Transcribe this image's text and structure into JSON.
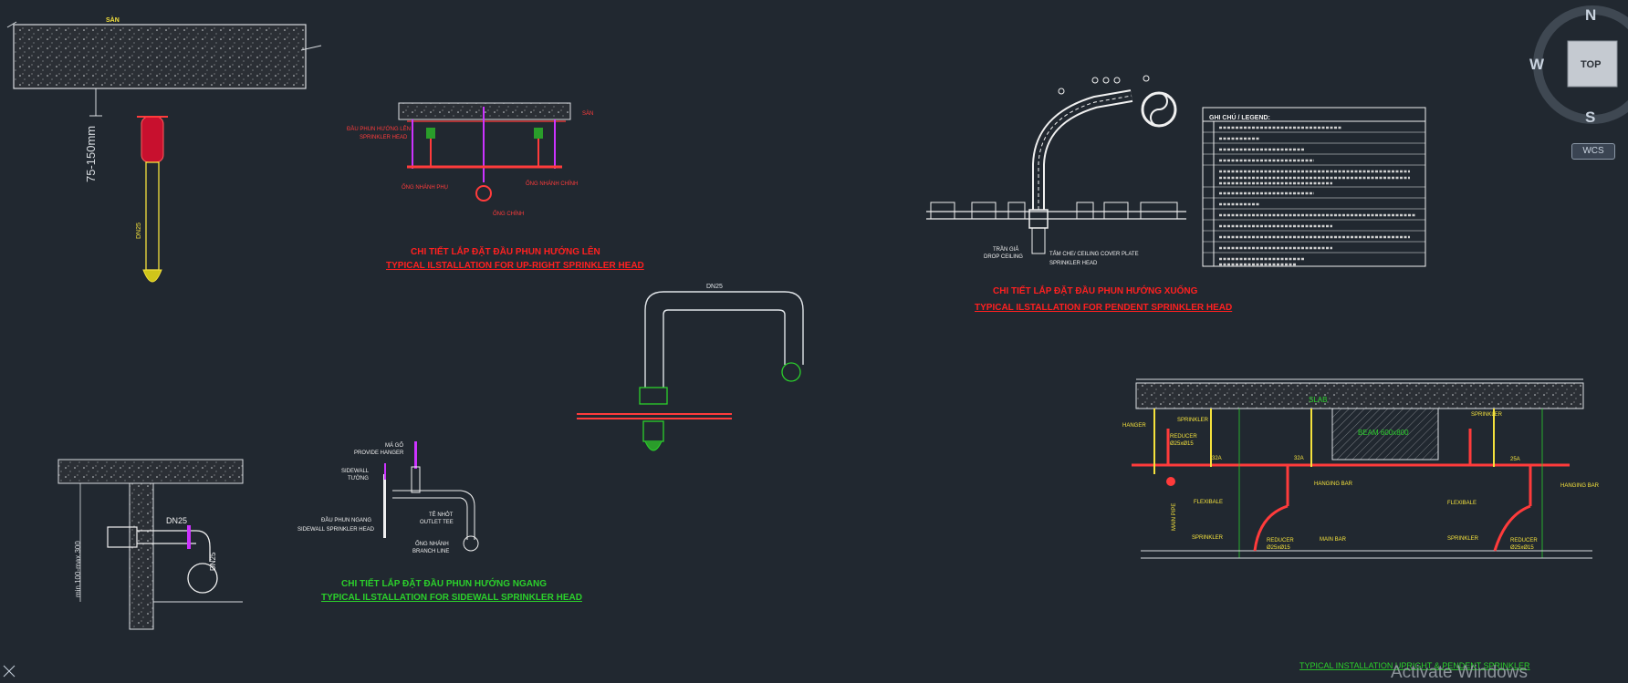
{
  "viewcube": {
    "north": "N",
    "west": "W",
    "south": "S",
    "face": "TOP",
    "wcs": "WCS"
  },
  "drawings": {
    "ceiling_label": "SÀN",
    "distance_label": "75-150mm",
    "pipe_dn": "DN25",
    "upright": {
      "title_vi": "CHI TIẾT LẮP ĐẶT ĐẦU PHUN HƯỚNG LÊN",
      "title_en": "TYPICAL ILSTALLATION FOR UP-RIGHT SPRINKLER HEAD"
    },
    "pendent": {
      "title_vi": "CHI TIẾT LẮP ĐẶT ĐẦU PHUN HƯỚNG XUỐNG",
      "title_en": "TYPICAL ILSTALLATION FOR PENDENT SPRINKLER HEAD",
      "ceiling_label": "TRẦN GIẢ",
      "ceiling_label_en": "DROP CEILING",
      "cover_label": "TẤM CHE/ CEILING COVER PLATE",
      "head_label": "SPRINKLER HEAD"
    },
    "top_pipe_label": "DN25",
    "legend": {
      "title": "GHI CHÚ / LEGEND:"
    },
    "sidewall": {
      "dn_top": "DN25",
      "dn_side": "DN25",
      "min_max": "min.100-max.300",
      "hanger": "MÁ GỐ",
      "hanger_en": "PROVIDE HANGER",
      "wall": "SIDEWALL",
      "wall_vi": "TƯỜNG",
      "head_vi": "ĐẦU PHUN NGANG",
      "head_en": "SIDEWALL SPRINKLER HEAD",
      "tee_vi": "TÊ NHỎT",
      "tee_en": "OUTLET TEE",
      "branch_vi": "ỐNG NHÁNH",
      "branch_en": "BRANCH LINE",
      "title_vi": "CHI TIẾT LẮP ĐẶT ĐẦU PHUN HƯỚNG NGANG",
      "title_en": "TYPICAL ILSTALLATION FOR SIDEWALL SPRINKLER HEAD"
    },
    "section": {
      "slab": "SLAB",
      "beam": "BEAM 600x800",
      "hanger": "HANGER",
      "sprinkler": "SPRINKLER",
      "reducer": "REDUCER",
      "size": "Ø25xØ15",
      "hanging_bar": "HANGING BAR",
      "flexible": "FLEXIBALE",
      "main_bar": "MAIN BAR",
      "main_pipe": "MAIN PIPE",
      "d32a": "32A",
      "d25a": "25A",
      "title": "TYPICAL INSTALLATION UPRIGHT & PENDENT SPRINKLER"
    }
  },
  "watermark": "Activate Windows"
}
